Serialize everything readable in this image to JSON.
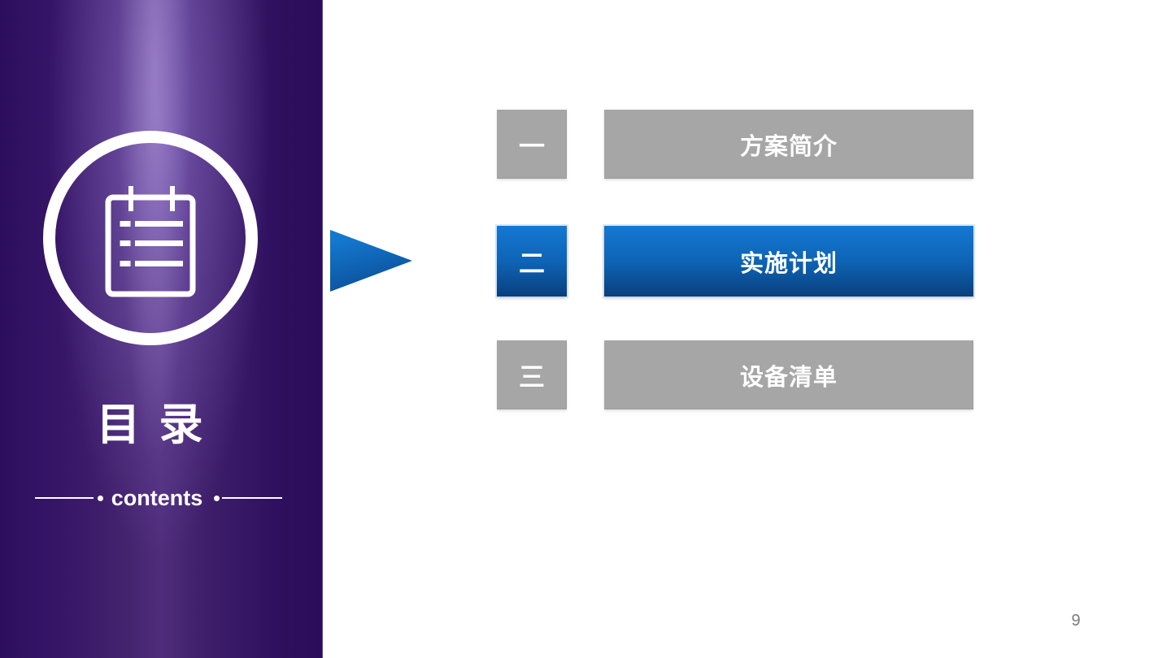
{
  "sidebar": {
    "title": "目 录",
    "subtitle": "contents",
    "icon": "notepad-list-icon",
    "colors": {
      "purple_dark": "#2c0e5e",
      "purple_mid": "#4f2d7c",
      "purple_sheen": "#8a6fc0",
      "foreground": "#ffffff"
    }
  },
  "pointer": {
    "icon": "right-triangle-icon",
    "color_top": "#1478cf",
    "color_bottom": "#0a4d96"
  },
  "menu": {
    "items": [
      {
        "number": "一",
        "label": "方案简介",
        "state": "inactive"
      },
      {
        "number": "二",
        "label": "实施计划",
        "state": "active"
      },
      {
        "number": "三",
        "label": "设备清单",
        "state": "inactive"
      }
    ],
    "colors": {
      "inactive_fill": "#a6a6a6",
      "active_gradient_top": "#1478d2",
      "active_gradient_bottom": "#093f7d",
      "text": "#ffffff"
    }
  },
  "page": {
    "number": "9",
    "background": "#ffffff"
  }
}
